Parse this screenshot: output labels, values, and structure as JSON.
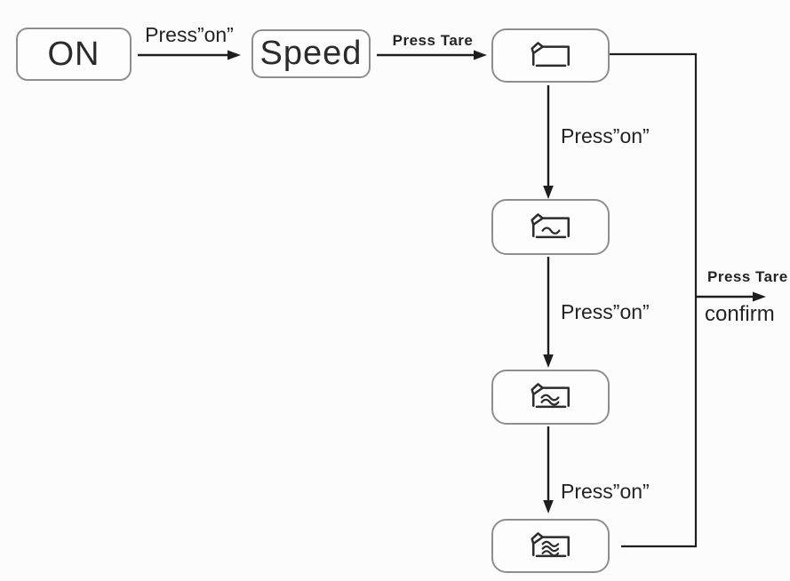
{
  "colors": {
    "line": "#1e1e1e",
    "box_border": "#8e8e8e",
    "text": "#2b2b2b",
    "background": "#fcfcfc"
  },
  "nodes": {
    "on": {
      "label": "ON"
    },
    "speed": {
      "label": "Speed"
    },
    "level1": {
      "icon": "speed-level-1-icon",
      "waves": 0
    },
    "level2": {
      "icon": "speed-level-2-icon",
      "waves": 1
    },
    "level3": {
      "icon": "speed-level-3-icon",
      "waves": 2
    },
    "level4": {
      "icon": "speed-level-4-icon",
      "waves": 3
    }
  },
  "labels": {
    "press_on_1": "Press”on”",
    "press_tare_top": "Press Tare",
    "press_on_2": "Press”on”",
    "press_on_3": "Press”on”",
    "press_on_4": "Press”on”",
    "press_tare_right": "Press Tare",
    "confirm": "confirm"
  }
}
